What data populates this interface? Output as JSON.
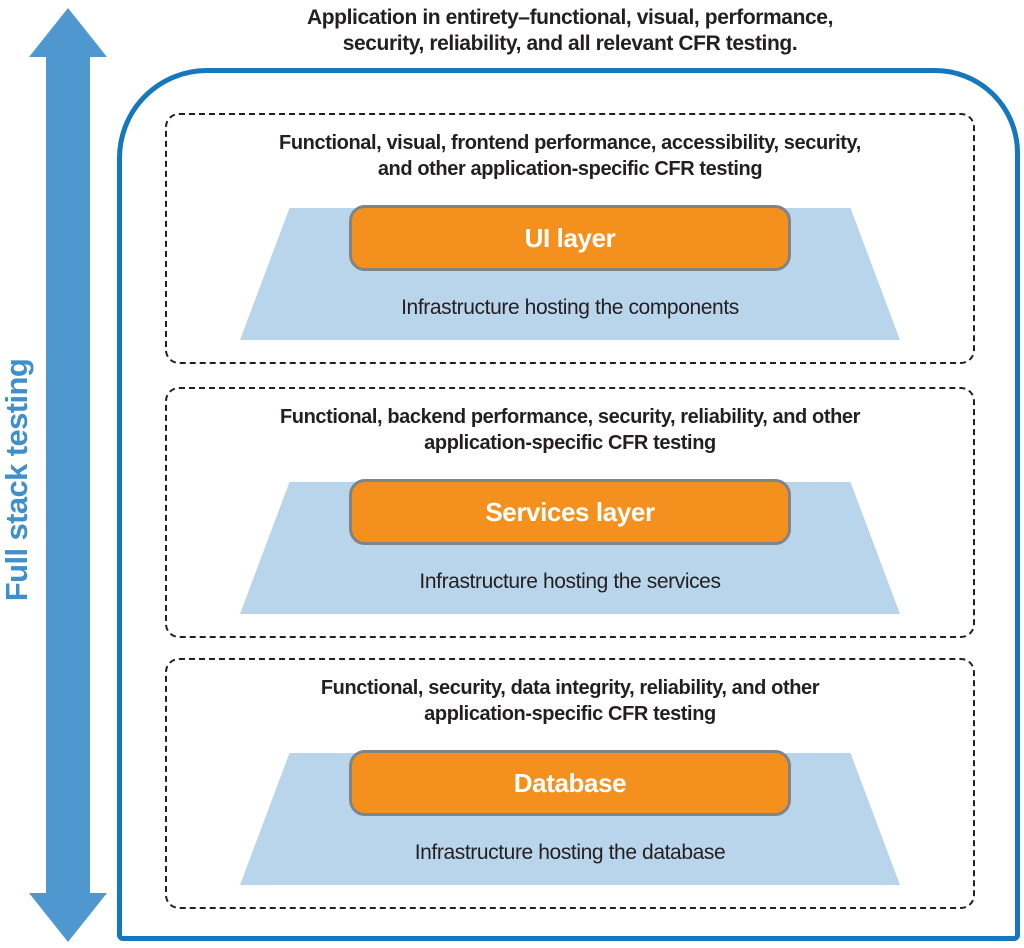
{
  "title": {
    "lines": [
      "Application in entirety–functional, visual, performance,",
      "security, reliability, and all relevant CFR testing."
    ]
  },
  "side": {
    "label": "Full stack testing",
    "arrow_icon": "double-headed-vertical-arrow"
  },
  "colors": {
    "container_border_blue": "#1577be",
    "arrow_blue": "#4f98cf",
    "label_blue": "#3f8fca",
    "trapezoid_fill": "#b9d5ec",
    "layer_fill_orange": "#f4911e",
    "layer_border_gray": "#7f8486",
    "text_black": "#231f20"
  },
  "sections": [
    {
      "heading_lines": [
        "Functional, visual, frontend performance, accessibility, security,",
        "and other application-specific CFR testing"
      ],
      "layer_label": "UI layer",
      "infrastructure_label": "Infrastructure hosting the components"
    },
    {
      "heading_lines": [
        "Functional, backend performance, security, reliability, and other",
        "application-specific CFR testing"
      ],
      "layer_label": "Services layer",
      "infrastructure_label": "Infrastructure hosting the services"
    },
    {
      "heading_lines": [
        "Functional, security, data integrity, reliability, and other",
        "application-specific CFR testing"
      ],
      "layer_label": "Database",
      "infrastructure_label": "Infrastructure hosting the database"
    }
  ]
}
